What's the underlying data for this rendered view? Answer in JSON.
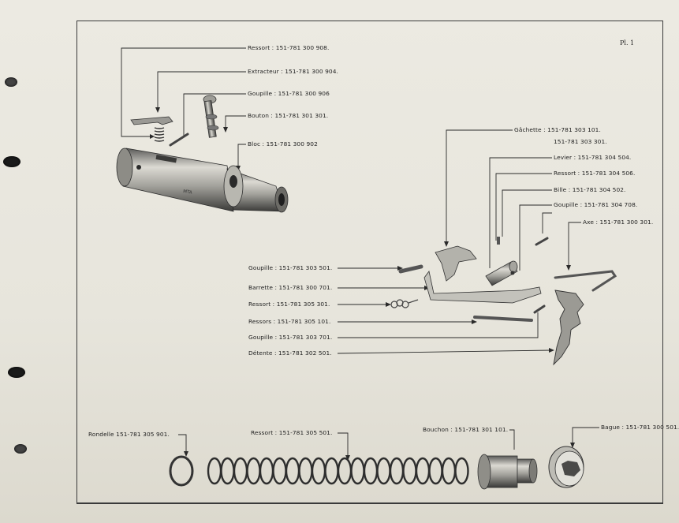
{
  "plate": "Pl. 1",
  "labels": {
    "ressort_908": "Ressort : 151-781 300 908.",
    "extracteur": "Extracteur : 151-781 300 904.",
    "goupille_906": "Goupille : 151-781 300 906",
    "bouton": "Bouton : 151-781 301 301.",
    "bloc": "Bloc : 151-781 300 902",
    "gachette": "Gâchette : 151-781 303 101.",
    "gachette_alt": "151-781 303 301.",
    "levier": "Levier : 151-781 304 504.",
    "ressort_506": "Ressort : 151-781 304 506.",
    "bille": "Bille : 151-781 304 502.",
    "goupille_708": "Goupille : 151-781 304 708.",
    "axe": "Axe : 151-781 300 301.",
    "goupille_501": "Goupille : 151-781 303 501.",
    "barrette": "Barrette : 151-781 300 701.",
    "ressort_301": "Ressort : 151-781 305 301.",
    "ressorts_101": "Ressors : 151-781 305 101.",
    "goupille_701": "Goupille : 151-781 303 701.",
    "detente": "Détente : 151-781 302 501.",
    "rondelle": "Rondelle 151-781 305 901.",
    "ressort_501": "Ressort : 151-781 305 501.",
    "bouchon": "Bouchon : 151-781 301 101.",
    "bague": "Bague : 151-781 300 501."
  },
  "stamp_text": "MTA",
  "colors": {
    "paper": "#e9e6dc",
    "ink": "#222222",
    "part_dark": "#3b3b3b",
    "part_mid": "#8a8a86",
    "part_light": "#d6d5cf"
  }
}
